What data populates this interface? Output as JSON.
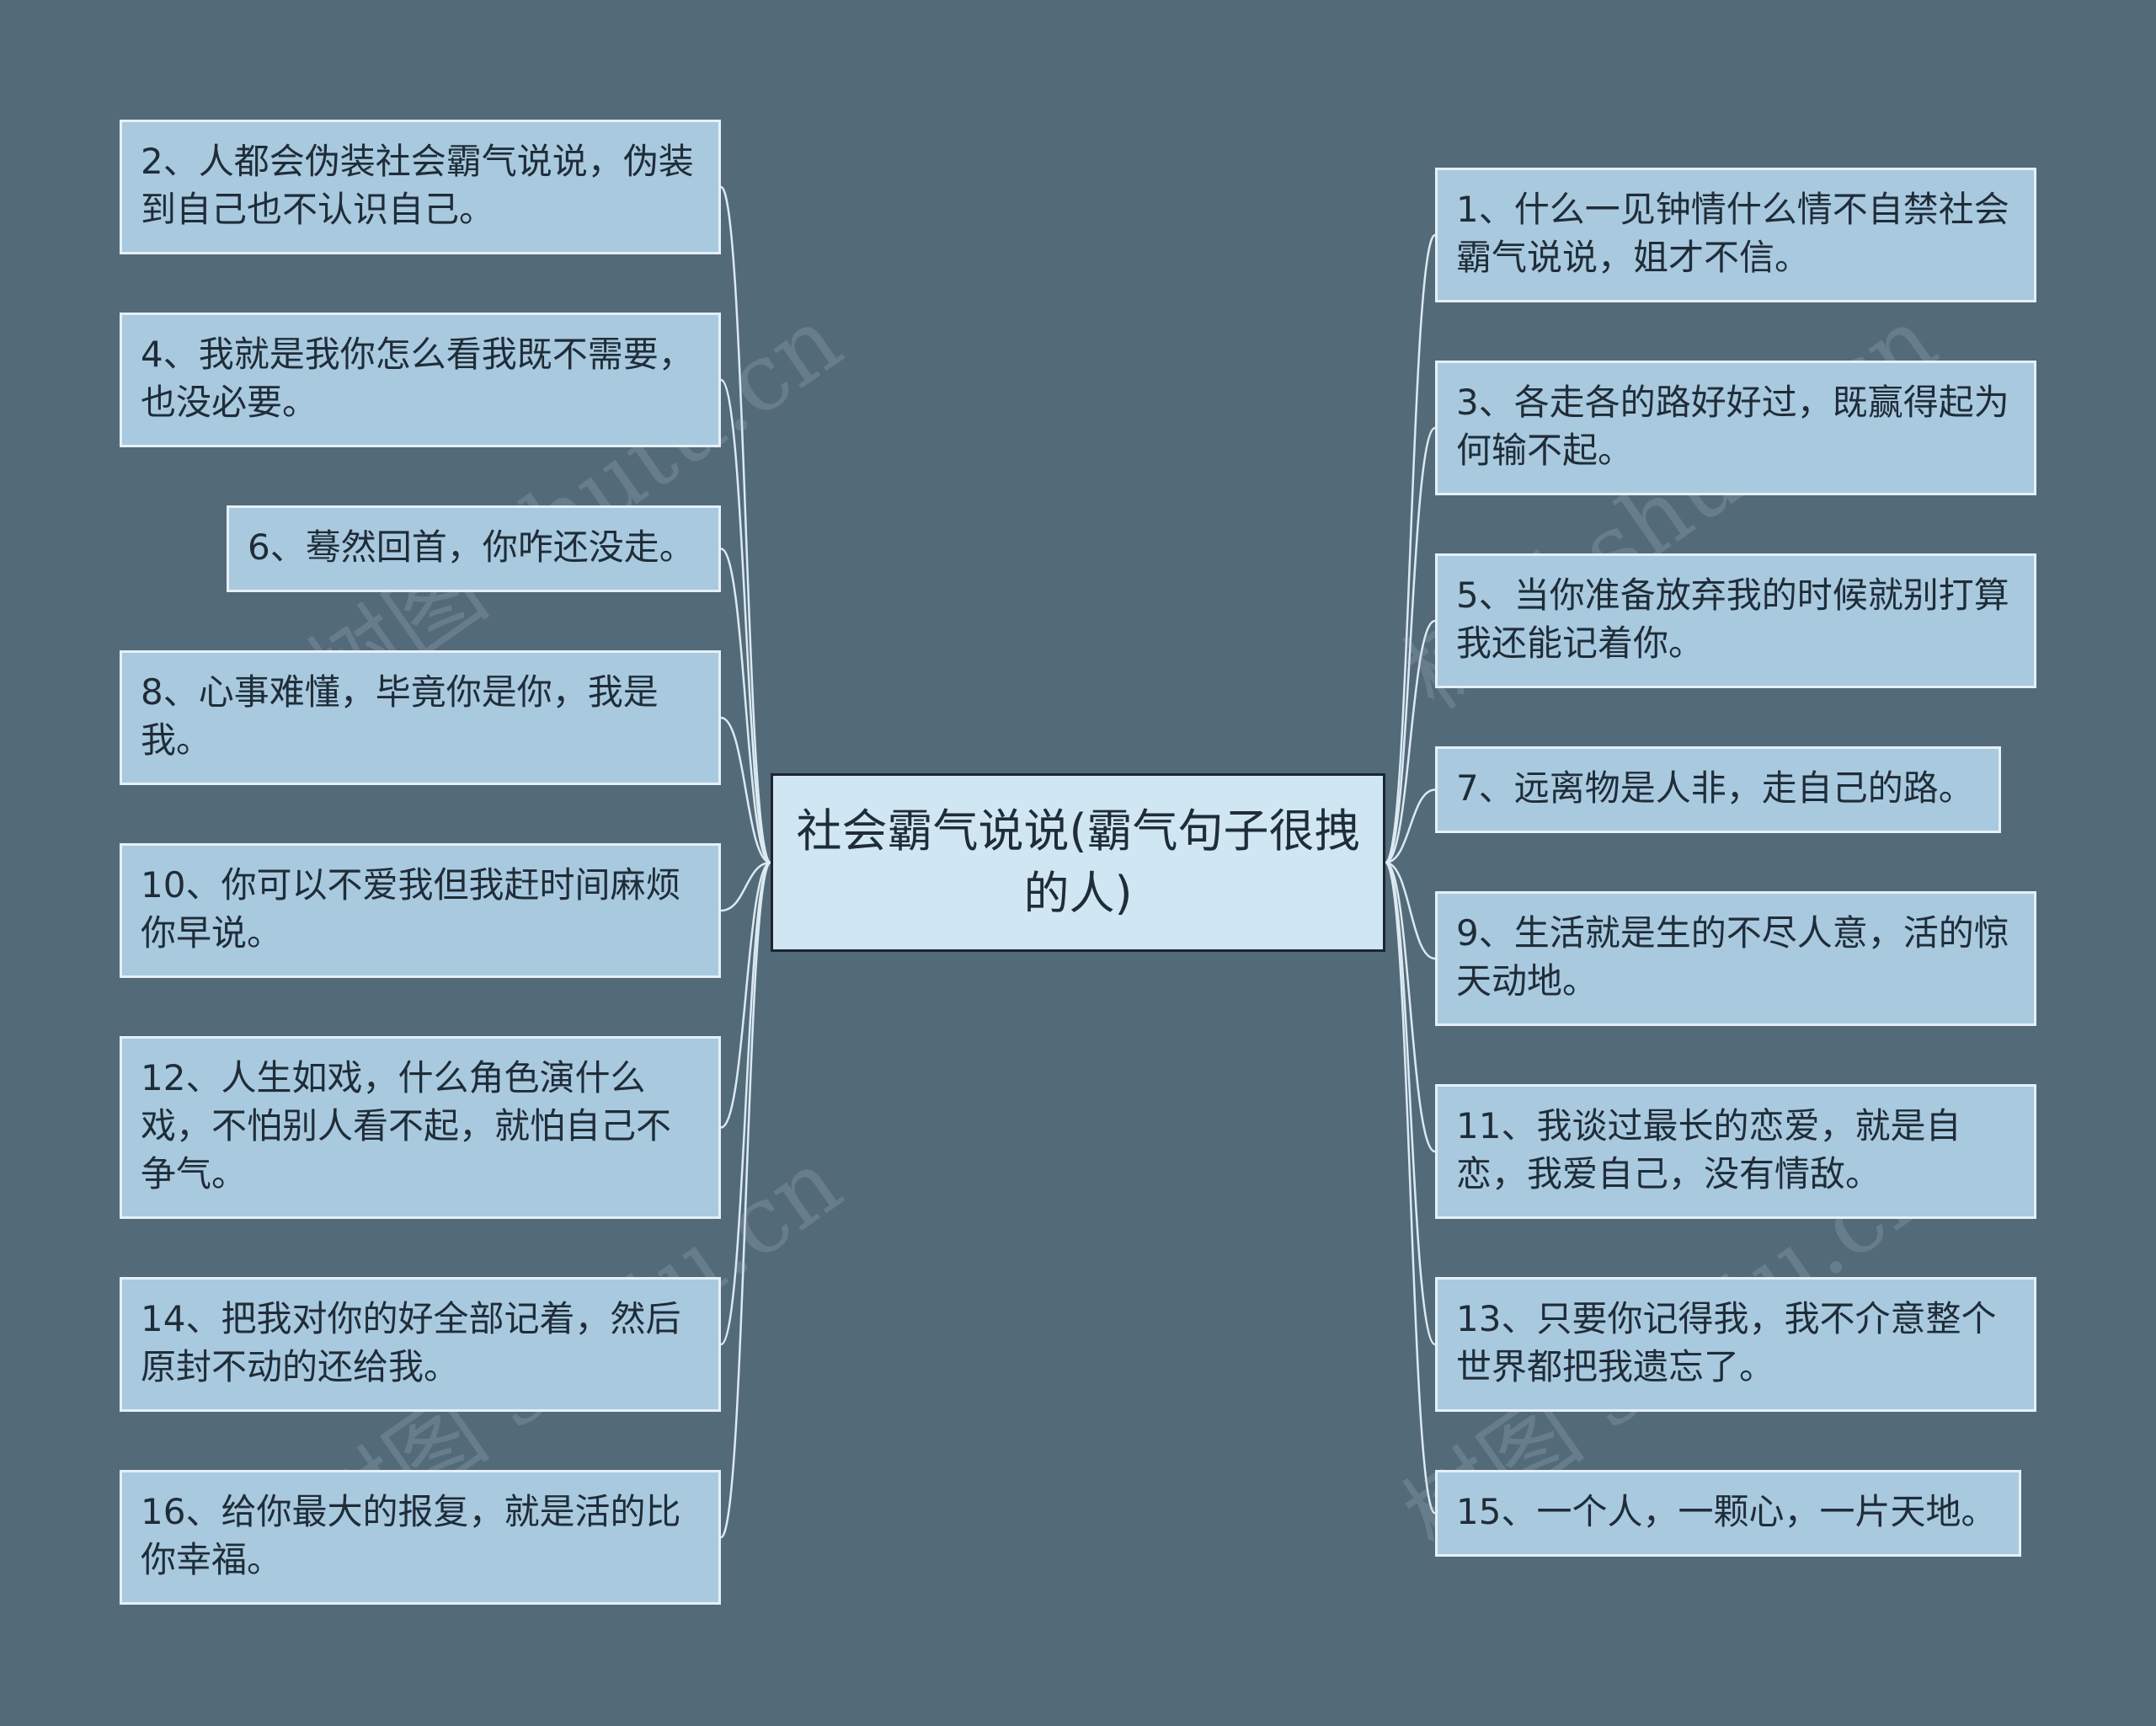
{
  "root": {
    "label": "社会霸气说说(霸气句子很拽的人)"
  },
  "left_nodes": [
    {
      "label": "2、人都会伪装社会霸气说说，伪装到自己也不认识自己。"
    },
    {
      "label": "4、我就是我你怎么看我既不需要，也没必要。"
    },
    {
      "label": "6、蓦然回首，你咋还没走。"
    },
    {
      "label": "8、心事难懂，毕竟你是你，我是我。"
    },
    {
      "label": "10、你可以不爱我但我赶时间麻烦你早说。"
    },
    {
      "label": "12、人生如戏，什么角色演什么戏，不怕别人看不起，就怕自己不争气。"
    },
    {
      "label": "14、把我对你的好全部记着，然后原封不动的还给我。"
    },
    {
      "label": "16、给你最大的报复，就是活的比你幸福。"
    }
  ],
  "right_nodes": [
    {
      "label": "1、什么一见钟情什么情不自禁社会霸气说说，姐才不信。"
    },
    {
      "label": "3、各走各的路好好过，既赢得起为何输不起。"
    },
    {
      "label": "5、当你准备放弃我的时候就别打算我还能记着你。"
    },
    {
      "label": "7、远离物是人非，走自己的路。"
    },
    {
      "label": "9、生活就是生的不尽人意，活的惊天动地。"
    },
    {
      "label": "11、我谈过最长的恋爱，就是自恋，我爱自己，没有情敌。"
    },
    {
      "label": "13、只要你记得我，我不介意整个世界都把我遗忘了。"
    },
    {
      "label": "15、一个人，一颗心，一片天地。"
    }
  ],
  "watermark": {
    "text": "树图 shutu.cn"
  },
  "colors": {
    "background": "#536a79",
    "node_fill": "#a9c9df",
    "node_border": "#e4f0f8",
    "root_fill": "#d0e6f3",
    "root_border": "#1c2630",
    "link": "#dbeaf3"
  }
}
